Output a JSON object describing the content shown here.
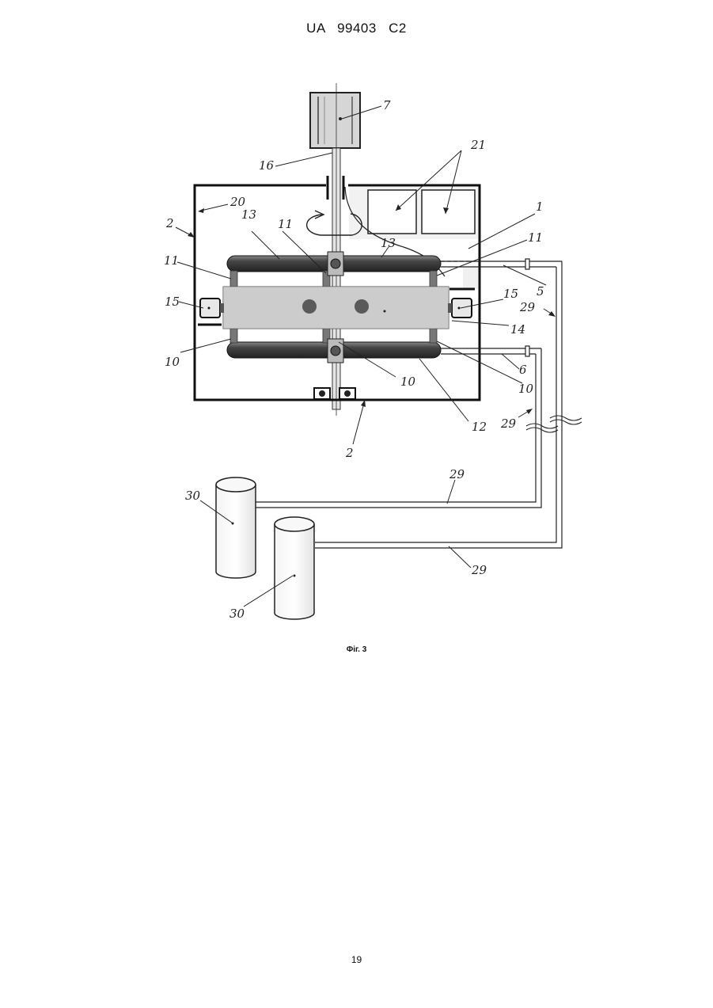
{
  "header": {
    "patent_id": "UA   99403   C2"
  },
  "figure": {
    "caption": "Фіг. 3",
    "labels": {
      "l1": "1",
      "l2a": "2",
      "l2b": "2",
      "l5": "5",
      "l6": "6",
      "l7": "7",
      "l10a": "10",
      "l10b": "10",
      "l10c": "10",
      "l11a": "11",
      "l11b": "11",
      "l11c": "11",
      "l12": "12",
      "l13a": "13",
      "l13b": "13",
      "l14": "14",
      "l15a": "15",
      "l15b": "15",
      "l16": "16",
      "l20": "20",
      "l21": "21",
      "l29a": "29",
      "l29b": "29",
      "l29c": "29",
      "l29d": "29",
      "l30a": "30",
      "l30b": "30"
    }
  },
  "page_number": "19"
}
